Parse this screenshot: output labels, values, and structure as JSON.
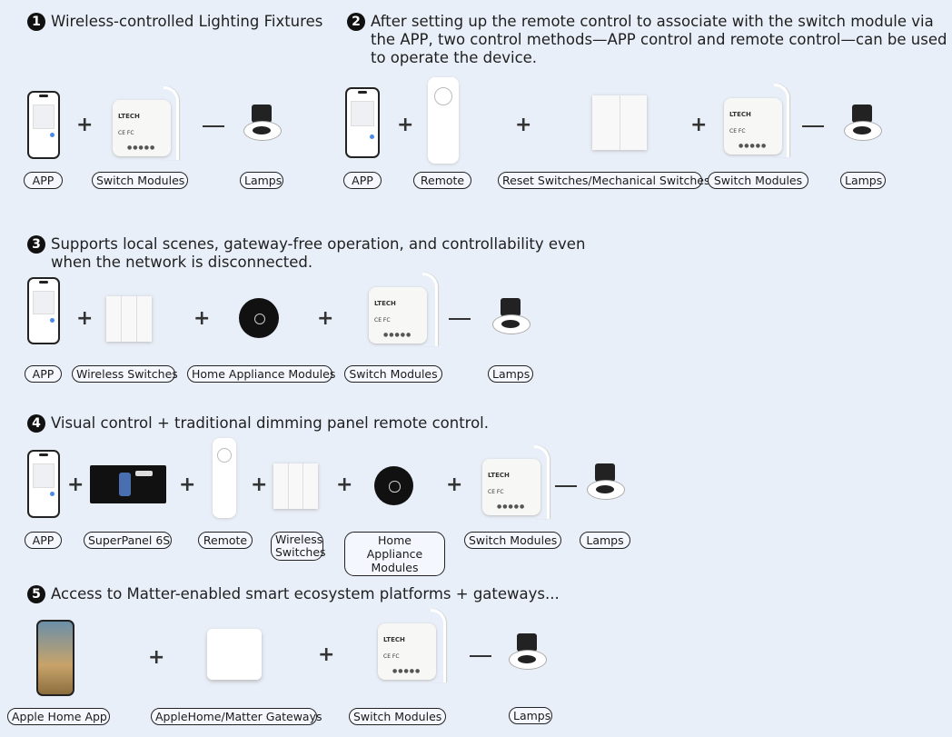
{
  "sections": [
    {
      "num": "1",
      "title": "Wireless-controlled Lighting Fixtures",
      "labels": [
        "APP",
        "Switch Modules",
        "Lamps"
      ]
    },
    {
      "num": "2",
      "title_lines": [
        "After setting up the remote control to associate with the switch module via",
        "the APP, two control methods—APP control and remote control—can be used",
        "to operate the device."
      ],
      "labels": [
        "APP",
        "Remote",
        "Reset Switches/Mechanical Switches",
        "Switch Modules",
        "Lamps"
      ]
    },
    {
      "num": "3",
      "title_lines": [
        "Supports local scenes, gateway-free operation, and controllability even",
        "when the network is disconnected."
      ],
      "labels": [
        "APP",
        "Wireless Switches",
        "Home Appliance Modules",
        "Switch Modules",
        "Lamps"
      ]
    },
    {
      "num": "4",
      "title": "Visual control + traditional dimming panel remote control.",
      "labels": [
        "APP",
        "SuperPanel 6S",
        "Remote",
        "Wireless Switches",
        "Home Appliance Modules",
        "Switch Modules",
        "Lamps"
      ]
    },
    {
      "num": "5",
      "title": "Access to Matter-enabled smart ecosystem platforms + gateways...",
      "labels": [
        "Apple Home App",
        "AppleHome/Matter Gateways",
        "Switch Modules",
        "Lamps"
      ]
    }
  ],
  "symbols": {
    "plus": "+"
  },
  "module_text": {
    "brand": "LTECH",
    "cert": "CE FC"
  }
}
